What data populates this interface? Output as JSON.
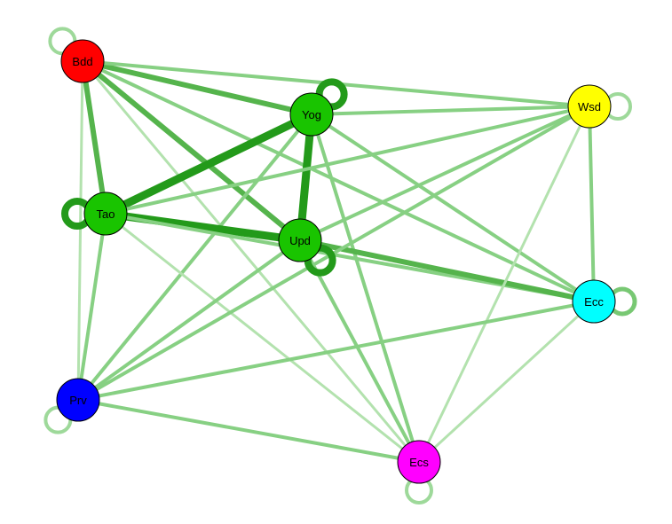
{
  "diagram": {
    "type": "network-graph",
    "nodes": [
      {
        "id": "Bdd",
        "label": "Bdd",
        "color": "#ff0000",
        "self_loop": "light"
      },
      {
        "id": "Yog",
        "label": "Yog",
        "color": "#19c400",
        "self_loop": "dark"
      },
      {
        "id": "Wsd",
        "label": "Wsd",
        "color": "#ffff00",
        "self_loop": "light"
      },
      {
        "id": "Tao",
        "label": "Tao",
        "color": "#19c400",
        "self_loop": "dark"
      },
      {
        "id": "Upd",
        "label": "Upd",
        "color": "#19c400",
        "self_loop": "dark"
      },
      {
        "id": "Ecc",
        "label": "Ecc",
        "color": "#00ffff",
        "self_loop": "medium"
      },
      {
        "id": "Prv",
        "label": "Prv",
        "color": "#0000ff",
        "self_loop": "light"
      },
      {
        "id": "Ecs",
        "label": "Ecs",
        "color": "#ff00ff",
        "self_loop": "light"
      }
    ],
    "edges": [
      {
        "from": "Bdd",
        "to": "Yog",
        "weight": "medium"
      },
      {
        "from": "Bdd",
        "to": "Tao",
        "weight": "medium"
      },
      {
        "from": "Bdd",
        "to": "Upd",
        "weight": "medium"
      },
      {
        "from": "Bdd",
        "to": "Wsd",
        "weight": "light"
      },
      {
        "from": "Bdd",
        "to": "Ecc",
        "weight": "light"
      },
      {
        "from": "Bdd",
        "to": "Ecs",
        "weight": "faint"
      },
      {
        "from": "Bdd",
        "to": "Prv",
        "weight": "faint"
      },
      {
        "from": "Yog",
        "to": "Tao",
        "weight": "heavy"
      },
      {
        "from": "Yog",
        "to": "Upd",
        "weight": "heavy"
      },
      {
        "from": "Yog",
        "to": "Wsd",
        "weight": "light"
      },
      {
        "from": "Yog",
        "to": "Ecc",
        "weight": "light"
      },
      {
        "from": "Yog",
        "to": "Ecs",
        "weight": "light"
      },
      {
        "from": "Yog",
        "to": "Prv",
        "weight": "light"
      },
      {
        "from": "Tao",
        "to": "Upd",
        "weight": "heavy"
      },
      {
        "from": "Tao",
        "to": "Wsd",
        "weight": "light"
      },
      {
        "from": "Tao",
        "to": "Ecc",
        "weight": "light"
      },
      {
        "from": "Tao",
        "to": "Ecs",
        "weight": "faint"
      },
      {
        "from": "Tao",
        "to": "Prv",
        "weight": "light"
      },
      {
        "from": "Upd",
        "to": "Wsd",
        "weight": "light"
      },
      {
        "from": "Upd",
        "to": "Ecc",
        "weight": "medium"
      },
      {
        "from": "Upd",
        "to": "Ecs",
        "weight": "light"
      },
      {
        "from": "Upd",
        "to": "Prv",
        "weight": "light"
      },
      {
        "from": "Wsd",
        "to": "Ecc",
        "weight": "light"
      },
      {
        "from": "Wsd",
        "to": "Ecs",
        "weight": "faint"
      },
      {
        "from": "Wsd",
        "to": "Prv",
        "weight": "light"
      },
      {
        "from": "Ecc",
        "to": "Ecs",
        "weight": "faint"
      },
      {
        "from": "Ecc",
        "to": "Prv",
        "weight": "light"
      },
      {
        "from": "Prv",
        "to": "Ecs",
        "weight": "light"
      }
    ]
  }
}
